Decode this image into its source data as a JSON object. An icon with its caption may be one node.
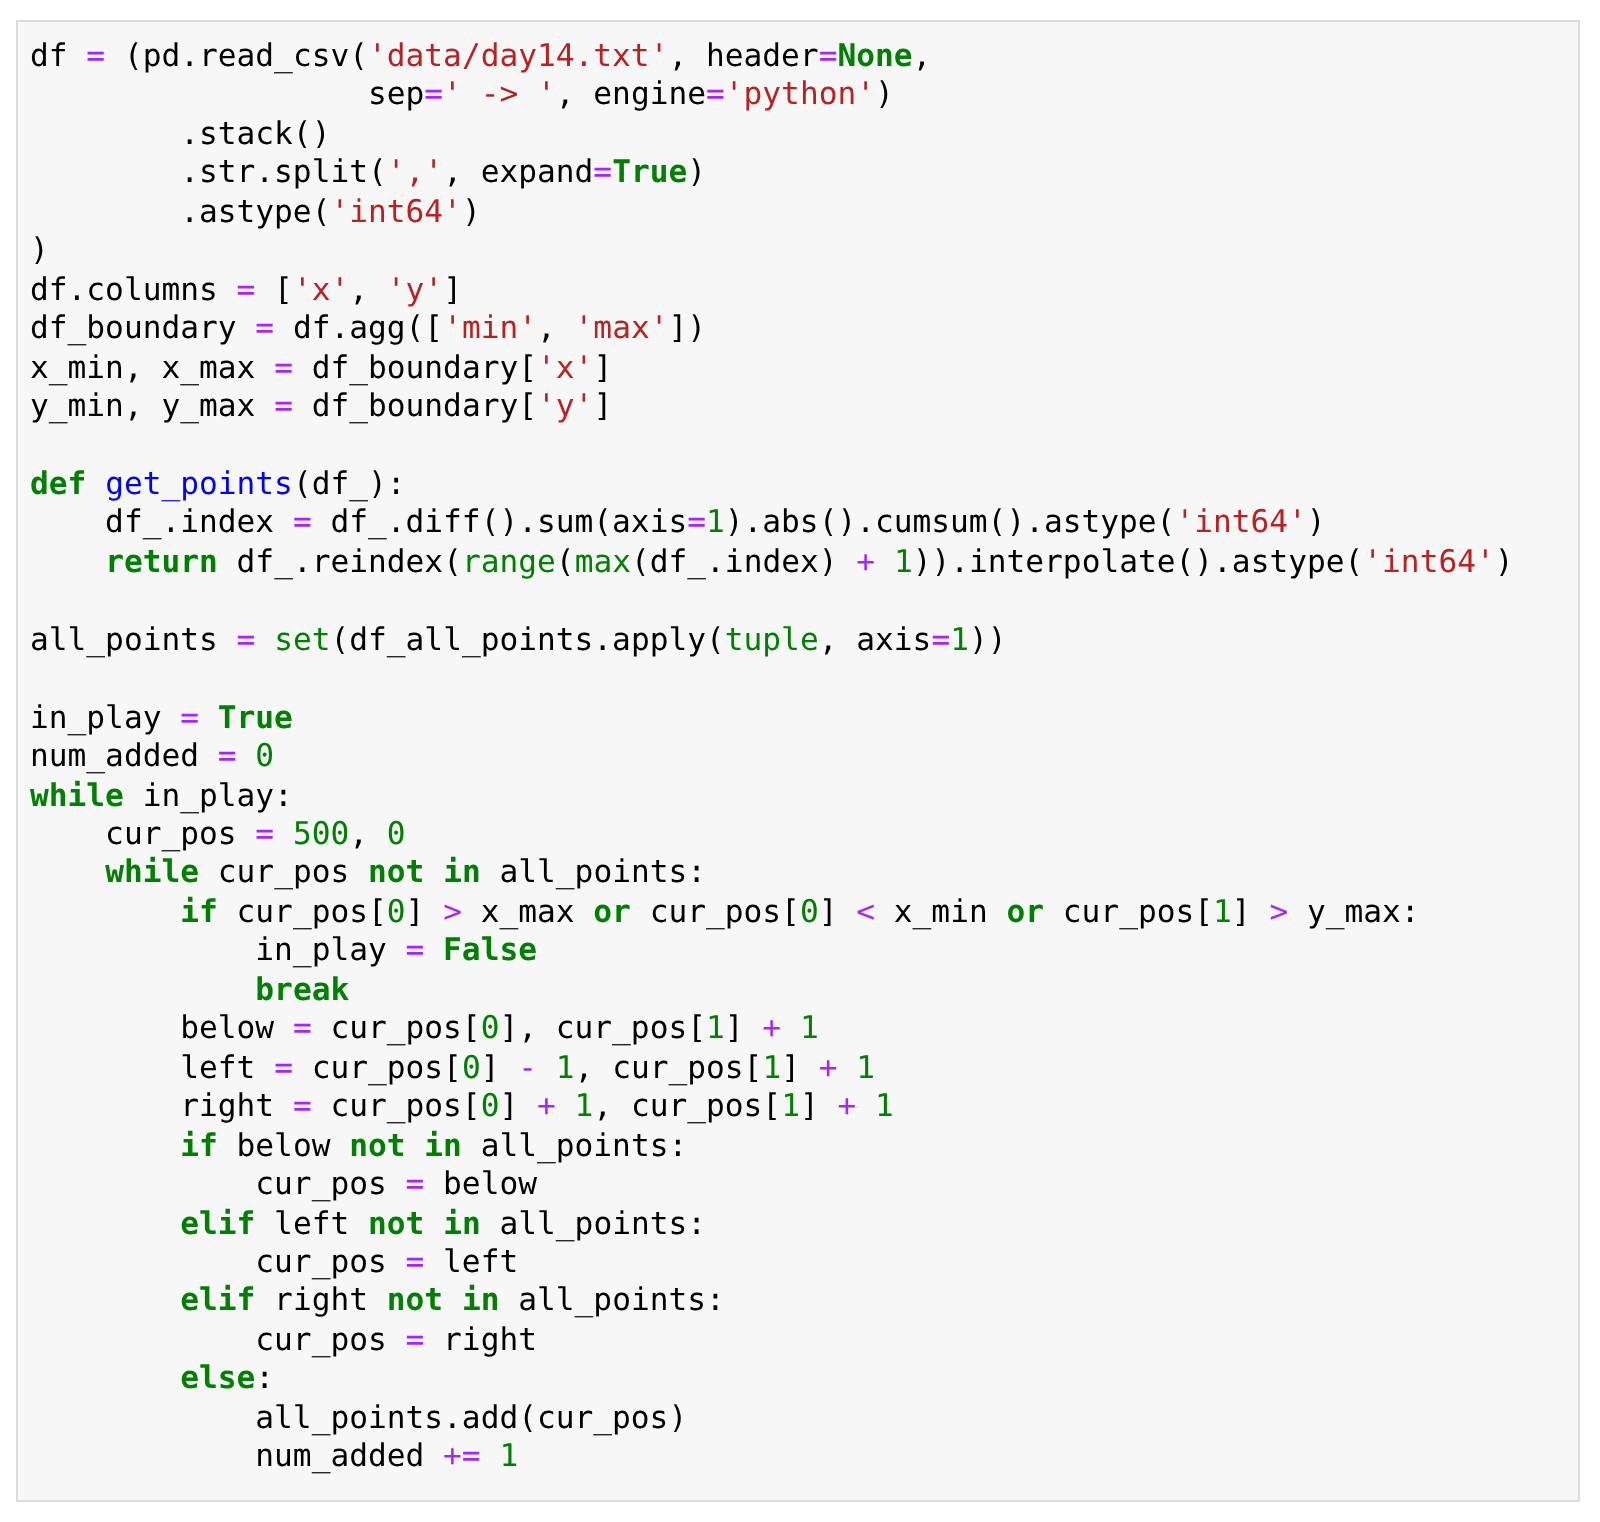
{
  "diagram": {
    "labels": [
      "df = (pd.read_csv('data/day14.txt', header=None,",
      "                  sep=' -> ', engine='python')",
      "        .stack()",
      "        .str.split(',', expand=True)",
      "        .astype('int64')",
      ")",
      "df.columns = ['x', 'y']",
      "df_boundary = df.agg(['min', 'max'])",
      "x_min, x_max = df_boundary['x']",
      "y_min, y_max = df_boundary['y']",
      "def get_points(df_):",
      "    df_.index = df_.diff().sum(axis=1).abs().cumsum().astype('int64')",
      "    return df_.reindex(range(max(df_.index) + 1)).interpolate().astype('int64')",
      "all_points = set(df_all_points.apply(tuple, axis=1))",
      "in_play = True",
      "num_added = 0",
      "while in_play:",
      "    cur_pos = 500, 0",
      "    while cur_pos not in all_points:",
      "        if cur_pos[0] > x_max or cur_pos[0] < x_min or cur_pos[1] > y_max:",
      "            in_play = False",
      "            break",
      "        below = cur_pos[0], cur_pos[1] + 1",
      "        left = cur_pos[0] - 1, cur_pos[1] + 1",
      "        right = cur_pos[0] + 1, cur_pos[1] + 1",
      "        if below not in all_points:",
      "            cur_pos = below",
      "        elif left not in all_points:",
      "            cur_pos = left",
      "        elif right not in all_points:",
      "            cur_pos = right",
      "        else:",
      "            all_points.add(cur_pos)",
      "            num_added += 1"
    ]
  }
}
